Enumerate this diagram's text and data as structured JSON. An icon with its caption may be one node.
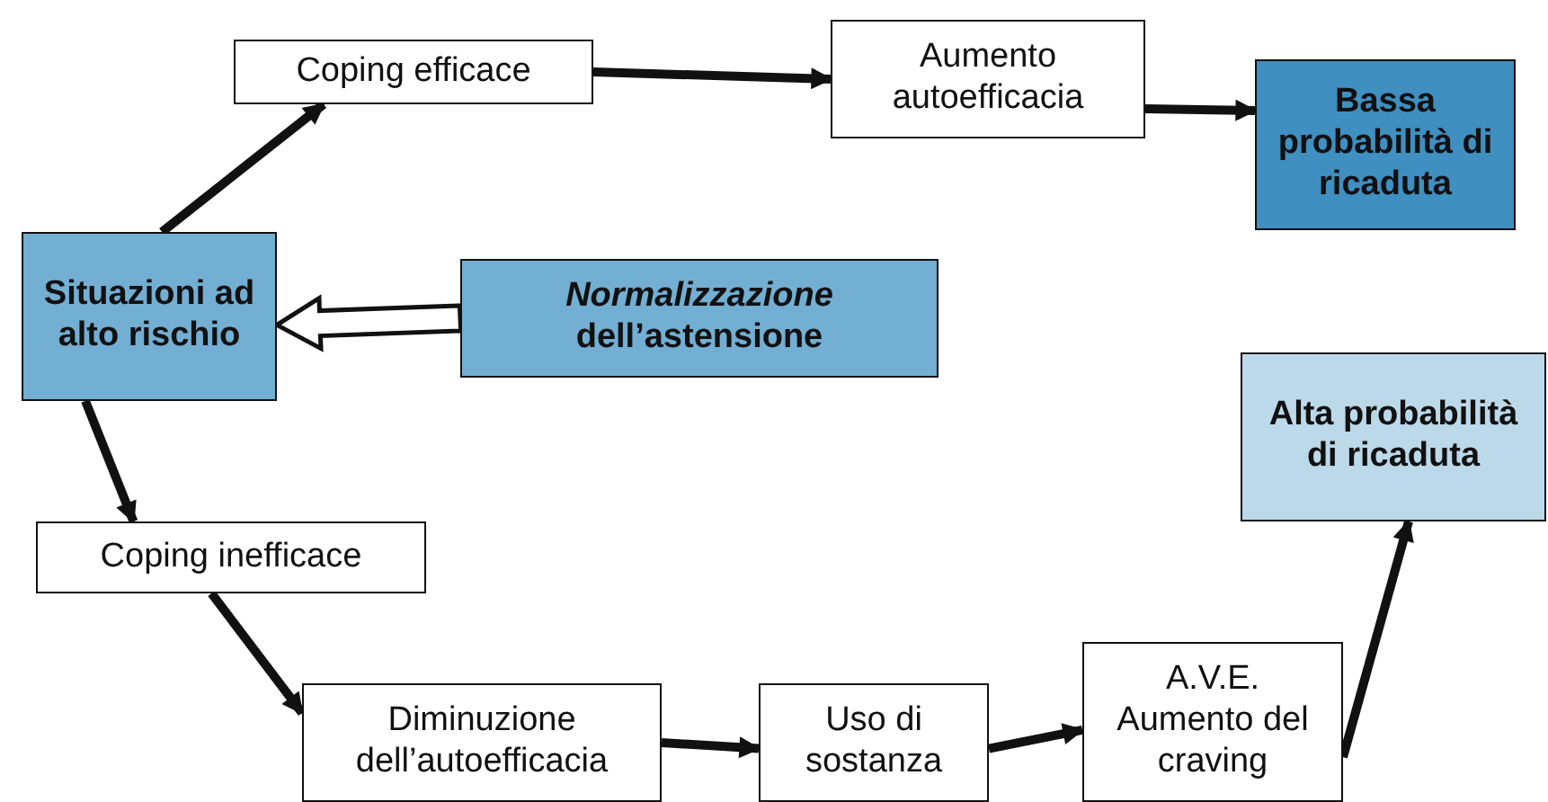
{
  "diagram": {
    "nodes": [
      {
        "text": [
          "Coping efficace"
        ]
      },
      {
        "text": [
          "Aumento autoefficacia"
        ]
      },
      {
        "text": [
          "Bassa probabilità di ricaduta"
        ]
      },
      {
        "text": [
          "Situazioni ad alto rischio"
        ]
      },
      {
        "text": [
          "*Normalizzazione* dell’astensione"
        ]
      },
      {
        "text": [
          "Alta probabilità di ricaduta"
        ]
      },
      {
        "text": [
          "Coping inefficace"
        ]
      },
      {
        "text": [
          "Diminuzione dell’autoefficacia"
        ]
      },
      {
        "text": [
          "Uso di sostanza"
        ]
      },
      {
        "text": [
          "A.V.E. Aumento del craving"
        ]
      }
    ],
    "edges": [
      {
        "from": 3,
        "to": 0,
        "arrow": "to"
      },
      {
        "from": 0,
        "to": 1,
        "arrow": "to"
      },
      {
        "from": 1,
        "to": 2,
        "arrow": "to"
      },
      {
        "from": 4,
        "to": 3,
        "arrow": "to",
        "style": "thick"
      },
      {
        "from": 3,
        "to": 6,
        "arrow": "to"
      },
      {
        "from": 6,
        "to": 7,
        "arrow": "to"
      },
      {
        "from": 7,
        "to": 8,
        "arrow": "to"
      },
      {
        "from": 8,
        "to": 9,
        "arrow": "to"
      },
      {
        "from": 9,
        "to": 5,
        "arrow": "to"
      }
    ]
  }
}
